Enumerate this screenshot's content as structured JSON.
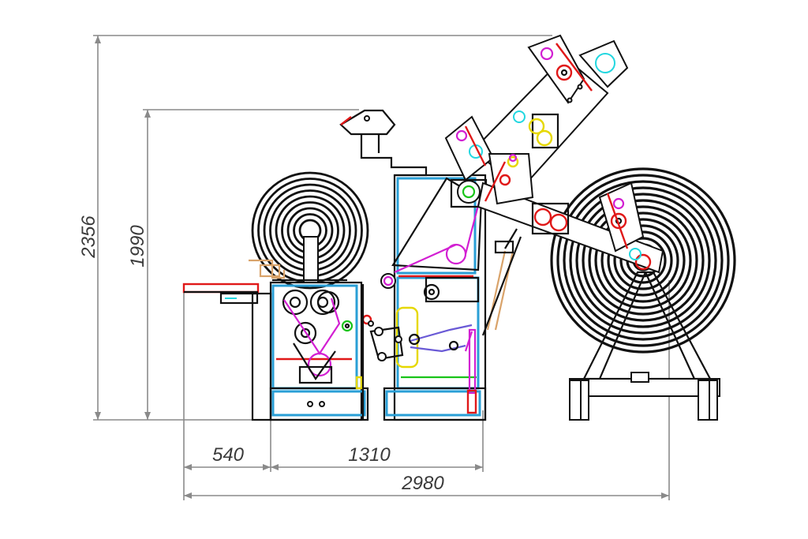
{
  "dimensions": {
    "total_height": "2356",
    "frame_height": "1990",
    "left_width": "540",
    "middle_width": "1310",
    "total_width": "2980"
  },
  "colors": {
    "outline": "#111111",
    "dimension_line": "#8a8a8a",
    "frame_blue": "#2a9fd6",
    "belt_magenta": "#d21fd2",
    "accent_red": "#e01818",
    "accent_yellow": "#e6d800",
    "accent_green": "#19c419",
    "accent_cyan": "#22d7e0",
    "accent_tan": "#d9a36a"
  }
}
